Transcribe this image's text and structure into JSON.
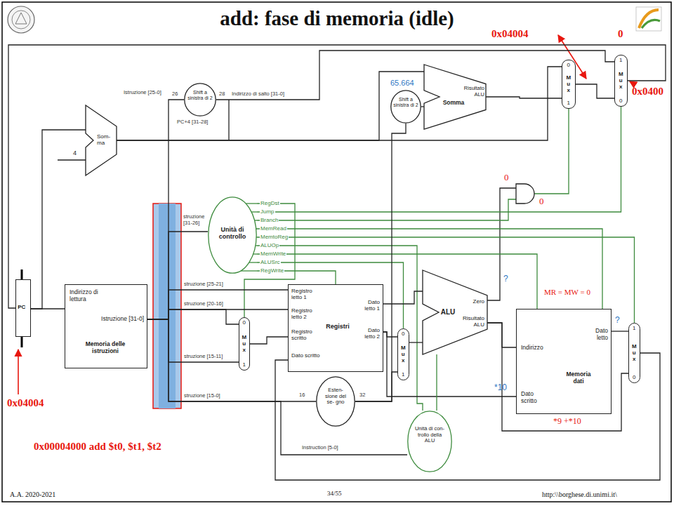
{
  "diagram": {
    "title": "add: fase di memoria (idle)",
    "nodes": [
      {
        "text": [
          "Shift a sinistra di 2"
        ]
      },
      {
        "text": [
          "Shift a sinistra di 2"
        ]
      },
      {
        "text": [
          "Risultato ALU",
          "Somma"
        ]
      },
      {
        "text": [
          "0",
          "M u x",
          "1"
        ]
      },
      {
        "text": [
          "1",
          "M u x",
          "0"
        ]
      },
      {
        "text": [
          "Som- ma"
        ]
      },
      {
        "text": [
          "Unità di controllo"
        ]
      },
      {
        "text": [
          "PC"
        ]
      },
      {
        "text": [
          "Indirizzo di lettura",
          "Istruzione [31-0]",
          "Memoria delle istruzioni"
        ]
      },
      {
        "text": [
          "Registro letto 1",
          "Dato letto 1",
          "Registro letto 2",
          "Registri",
          "Dato letto 2",
          "Registro scritto",
          "Dato scritto"
        ]
      },
      {
        "text": [
          "0",
          "M u x",
          "1"
        ]
      },
      {
        "text": [
          "Zero",
          "ALU",
          "Risultato ALU"
        ]
      },
      {
        "text": [
          "0",
          "M u x",
          "1"
        ]
      },
      {
        "text": [
          "Dato letto",
          "Indirizzo",
          "Memoria dati",
          "Dato scritto"
        ]
      },
      {
        "text": [
          "1",
          "M u x",
          "0"
        ]
      },
      {
        "text": [
          "Esten- sione del se- gno"
        ]
      },
      {
        "text": [
          "Unità di con- trollo della ALU"
        ]
      }
    ],
    "edges": [
      {
        "from": 7,
        "to": 8,
        "arrow": "none"
      },
      {
        "from": 7,
        "to": 5,
        "arrow": "none"
      },
      {
        "from": 5,
        "to": 2,
        "arrow": "none"
      },
      {
        "from": 5,
        "to": 3,
        "arrow": "none"
      },
      {
        "from": 0,
        "to": 4,
        "arrow": "none"
      },
      {
        "from": 1,
        "to": 2,
        "arrow": "none"
      },
      {
        "from": 2,
        "to": 3,
        "arrow": "none"
      },
      {
        "from": 3,
        "to": 4,
        "arrow": "none"
      },
      {
        "from": 4,
        "to": 7,
        "arrow": "none"
      },
      {
        "from": 6,
        "to": 10,
        "arrow": "none"
      },
      {
        "from": 6,
        "to": 4,
        "arrow": "none"
      },
      {
        "from": 6,
        "to": 13,
        "arrow": "none"
      },
      {
        "from": 6,
        "to": 14,
        "arrow": "none"
      },
      {
        "from": 6,
        "to": 16,
        "arrow": "none"
      },
      {
        "from": 6,
        "to": 13,
        "arrow": "none"
      },
      {
        "from": 6,
        "to": 12,
        "arrow": "none"
      },
      {
        "from": 6,
        "to": 9,
        "arrow": "none"
      },
      {
        "from": 8,
        "to": 6,
        "arrow": "none"
      },
      {
        "from": 8,
        "to": 9,
        "arrow": "none"
      },
      {
        "from": 8,
        "to": 9,
        "arrow": "none"
      },
      {
        "from": 8,
        "to": 10,
        "arrow": "none"
      },
      {
        "from": 8,
        "to": 10,
        "arrow": "none"
      },
      {
        "from": 8,
        "to": 15,
        "arrow": "none"
      },
      {
        "from": 8,
        "to": 16,
        "arrow": "none"
      },
      {
        "from": 8,
        "to": 0,
        "arrow": "none"
      },
      {
        "from": 9,
        "to": 11,
        "arrow": "none"
      },
      {
        "from": 9,
        "to": 12,
        "arrow": "none"
      },
      {
        "from": 9,
        "to": 13,
        "arrow": "none"
      },
      {
        "from": 10,
        "to": 9,
        "arrow": "none"
      },
      {
        "from": 15,
        "to": 12,
        "arrow": "none"
      },
      {
        "from": 15,
        "to": 1,
        "arrow": "none"
      },
      {
        "from": 12,
        "to": 11,
        "arrow": "none"
      },
      {
        "from": 16,
        "to": 11,
        "arrow": "none"
      },
      {
        "from": 11,
        "to": 13,
        "arrow": "none"
      },
      {
        "from": 11,
        "to": 14,
        "arrow": "none"
      },
      {
        "from": 13,
        "to": 14,
        "arrow": "none"
      },
      {
        "from": 14,
        "to": 9,
        "arrow": "none"
      }
    ],
    "labels": [
      "Istruzione [25-0]",
      "26",
      "28",
      "Indirizzo di salto [31-0]",
      "PC+4 [31-28]",
      "0",
      "0x04004",
      "0x0400",
      "65.664",
      "4",
      "RegDst",
      "Jump",
      "Branch",
      "MemRead",
      "MemtoReg",
      "ALUOp",
      "MemWrite",
      "ALUSrc",
      "RegWrite",
      "struzione [31-26]",
      "0",
      "0",
      "?",
      "struzione [25-21]",
      "struzione [20-16]",
      "MR = MW = 0",
      "?",
      "struzione [15-11]",
      "16",
      "32",
      "*10",
      "struzione [15-0]",
      "0x04004",
      "*9 +*10",
      "Instruction [5-0]",
      "0x00004000 add $t0, $t1, $t2",
      "A.A. 2020-2021",
      "34/55",
      "http:\\\\borghese.di.unimi.it\\"
    ]
  }
}
